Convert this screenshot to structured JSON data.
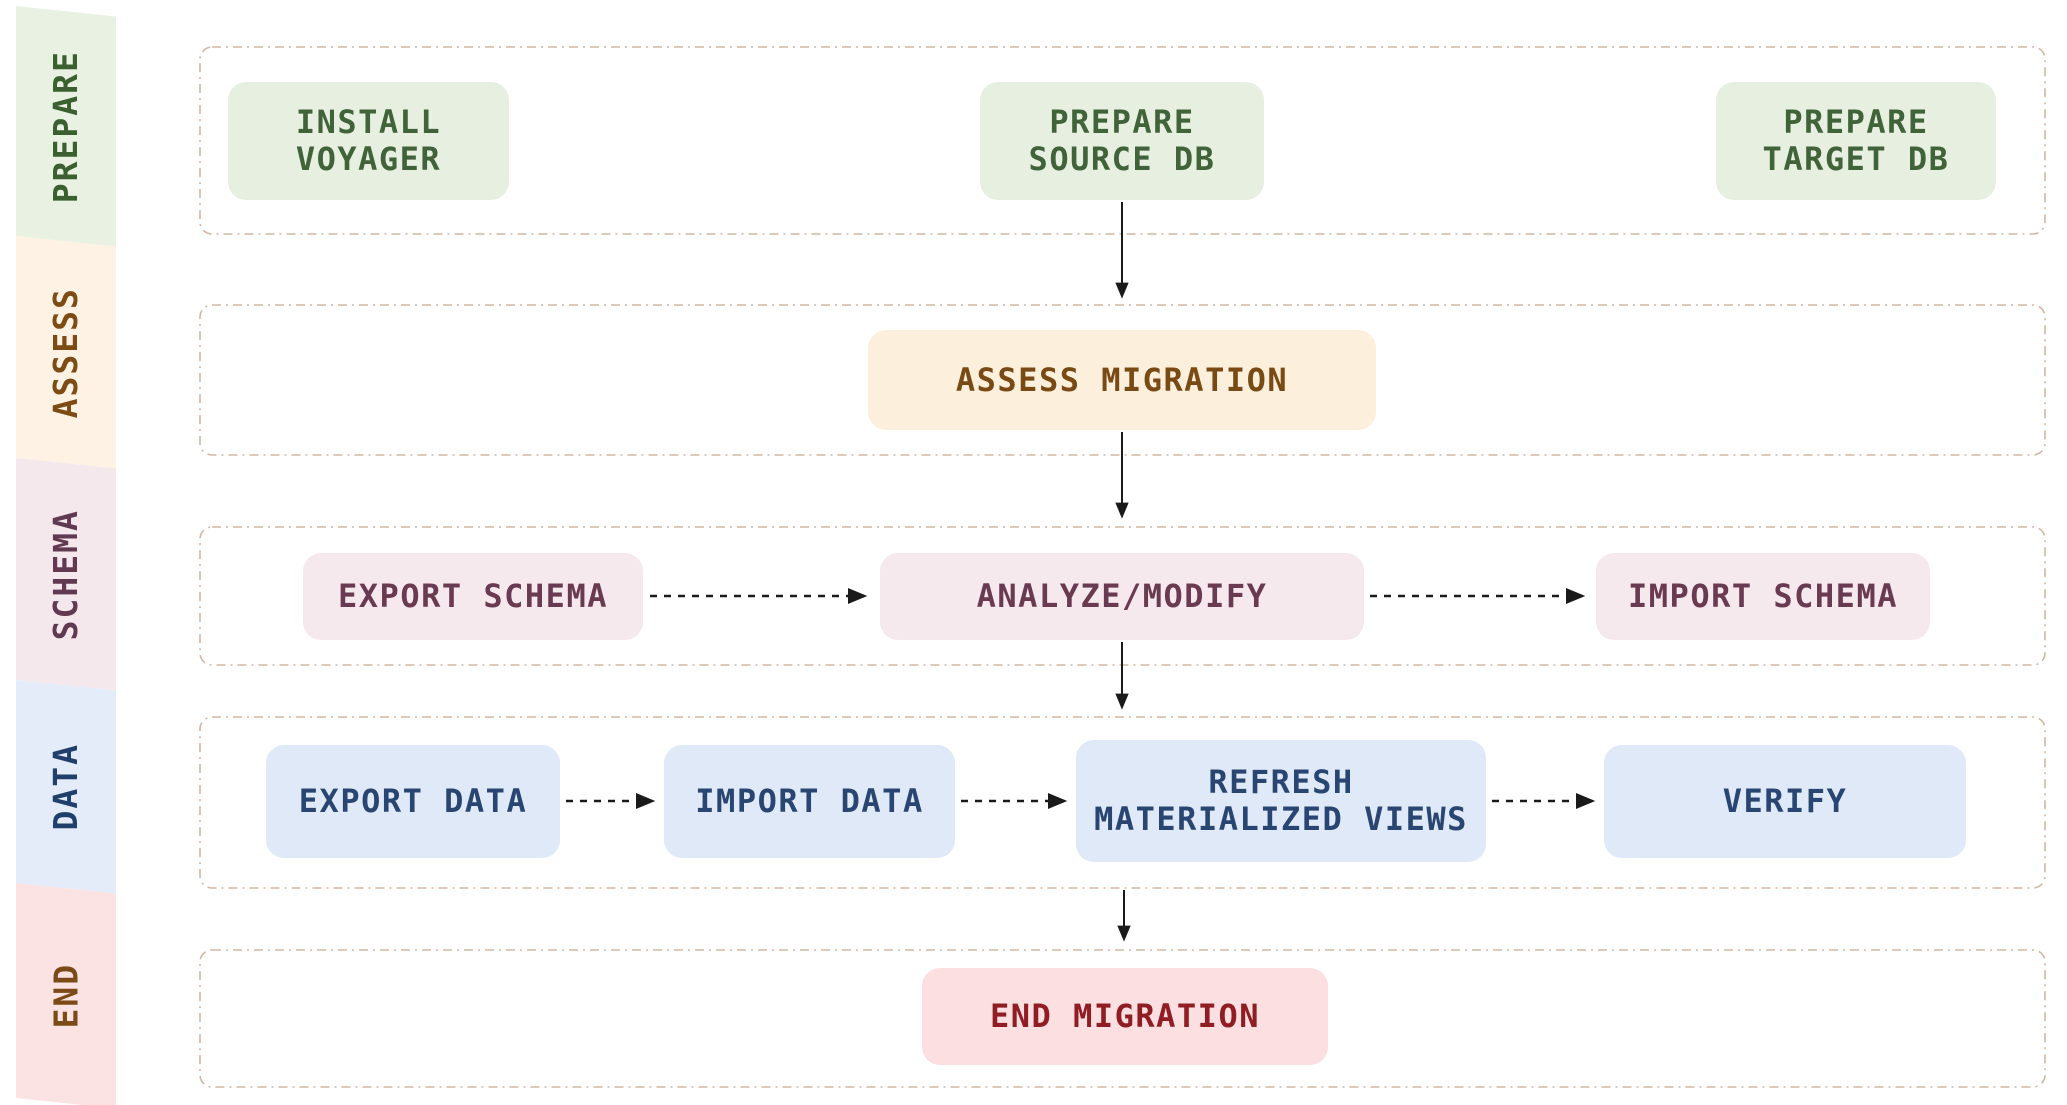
{
  "diagram_type": "flowchart",
  "lanes": [
    {
      "id": "prepare",
      "label": "PREPARE"
    },
    {
      "id": "assess",
      "label": "ASSESS"
    },
    {
      "id": "schema",
      "label": "SCHEMA"
    },
    {
      "id": "data",
      "label": "DATA"
    },
    {
      "id": "end",
      "label": "END"
    }
  ],
  "nodes": {
    "install_voyager": {
      "label": "INSTALL\nVOYAGER",
      "lane": "PREPARE"
    },
    "prepare_source_db": {
      "label": "PREPARE\nSOURCE DB",
      "lane": "PREPARE"
    },
    "prepare_target_db": {
      "label": "PREPARE\nTARGET DB",
      "lane": "PREPARE"
    },
    "assess_migration": {
      "label": "ASSESS MIGRATION",
      "lane": "ASSESS"
    },
    "export_schema": {
      "label": "EXPORT SCHEMA",
      "lane": "SCHEMA"
    },
    "analyze_modify": {
      "label": "ANALYZE/MODIFY",
      "lane": "SCHEMA"
    },
    "import_schema": {
      "label": "IMPORT SCHEMA",
      "lane": "SCHEMA"
    },
    "export_data": {
      "label": "EXPORT DATA",
      "lane": "DATA"
    },
    "import_data": {
      "label": "IMPORT DATA",
      "lane": "DATA"
    },
    "refresh_materialized_views": {
      "label": "REFRESH\nMATERIALIZED VIEWS",
      "lane": "DATA"
    },
    "verify": {
      "label": "VERIFY",
      "lane": "DATA"
    },
    "end_migration": {
      "label": "END MIGRATION",
      "lane": "END"
    }
  },
  "edges": {
    "solid_flow": [
      {
        "from": "prepare_source_db",
        "to": "assess_migration"
      },
      {
        "from": "assess_migration",
        "to": "analyze_modify"
      },
      {
        "from": "analyze_modify",
        "to": "refresh_materialized_views"
      },
      {
        "from": "refresh_materialized_views",
        "to": "end_migration"
      }
    ],
    "dashed_flow": [
      {
        "from": "export_schema",
        "to": "analyze_modify"
      },
      {
        "from": "analyze_modify",
        "to": "import_schema"
      },
      {
        "from": "export_data",
        "to": "import_data"
      },
      {
        "from": "import_data",
        "to": "refresh_materialized_views"
      },
      {
        "from": "refresh_materialized_views",
        "to": "verify"
      }
    ]
  },
  "palette": {
    "lane_border": "#d3b5a3",
    "arrow": "#1a1a1a",
    "prepare_bg": "#e7efe1",
    "prepare_text": "#406339",
    "assess_bg": "#fcf0dd",
    "assess_text": "#7a4a15",
    "schema_bg": "#f6e9ee",
    "schema_text": "#6a3b50",
    "data_bg": "#dfe9f7",
    "data_text": "#294672",
    "end_bg": "#fcdfe0",
    "end_text": "#901d23",
    "end_tab_text": "#7c4a16"
  }
}
